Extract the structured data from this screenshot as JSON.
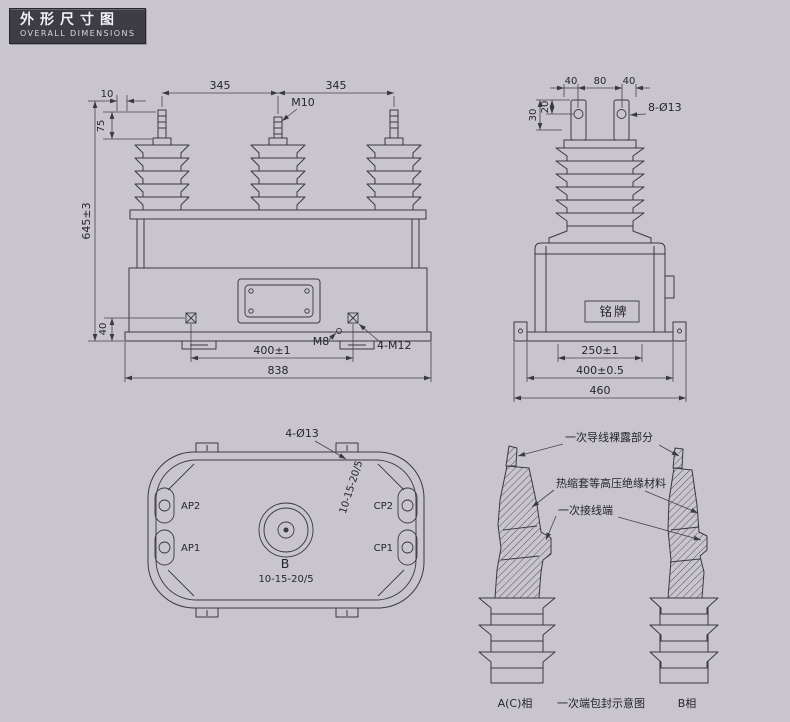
{
  "header": {
    "title_cn": "外形尺寸图",
    "title_en": "OVERALL DIMENSIONS"
  },
  "front_view": {
    "dim_10": "10",
    "dim_345_left": "345",
    "dim_345_right": "345",
    "label_m10": "M10",
    "dim_75": "75",
    "dim_645": "645±3",
    "dim_40": "40",
    "dim_400": "400±1",
    "label_m8": "M8",
    "label_4m12": "4-M12",
    "dim_838": "838"
  },
  "side_view": {
    "dim_40_left": "40",
    "dim_80": "80",
    "dim_40_right": "40",
    "dim_20": "20",
    "dim_30": "30",
    "label_8d13": "8-Ø13",
    "nameplate": "铭牌",
    "dim_250": "250±1",
    "dim_400": "400±0.5",
    "dim_460": "460"
  },
  "top_view": {
    "label_4d13": "4-Ø13",
    "terminal_ap2": "AP2",
    "terminal_ap1": "AP1",
    "terminal_cp2": "CP2",
    "terminal_cp1": "CP1",
    "center_phase": "B",
    "ratio": "10-15-20/5",
    "ratio_rotated": "10-15-20/5"
  },
  "detail_view": {
    "note_bare_wire": "一次导线裸露部分",
    "note_insulation": "热缩套等高压绝缘材料",
    "note_terminal": "一次接线端",
    "caption_ac_phase": "A(C)相",
    "caption_title": "一次端包封示意图",
    "caption_b_phase": "B相"
  },
  "colors": {
    "background": "#c8c5cd",
    "line": "#3a3840",
    "badge_bg": "#3e3c44"
  }
}
